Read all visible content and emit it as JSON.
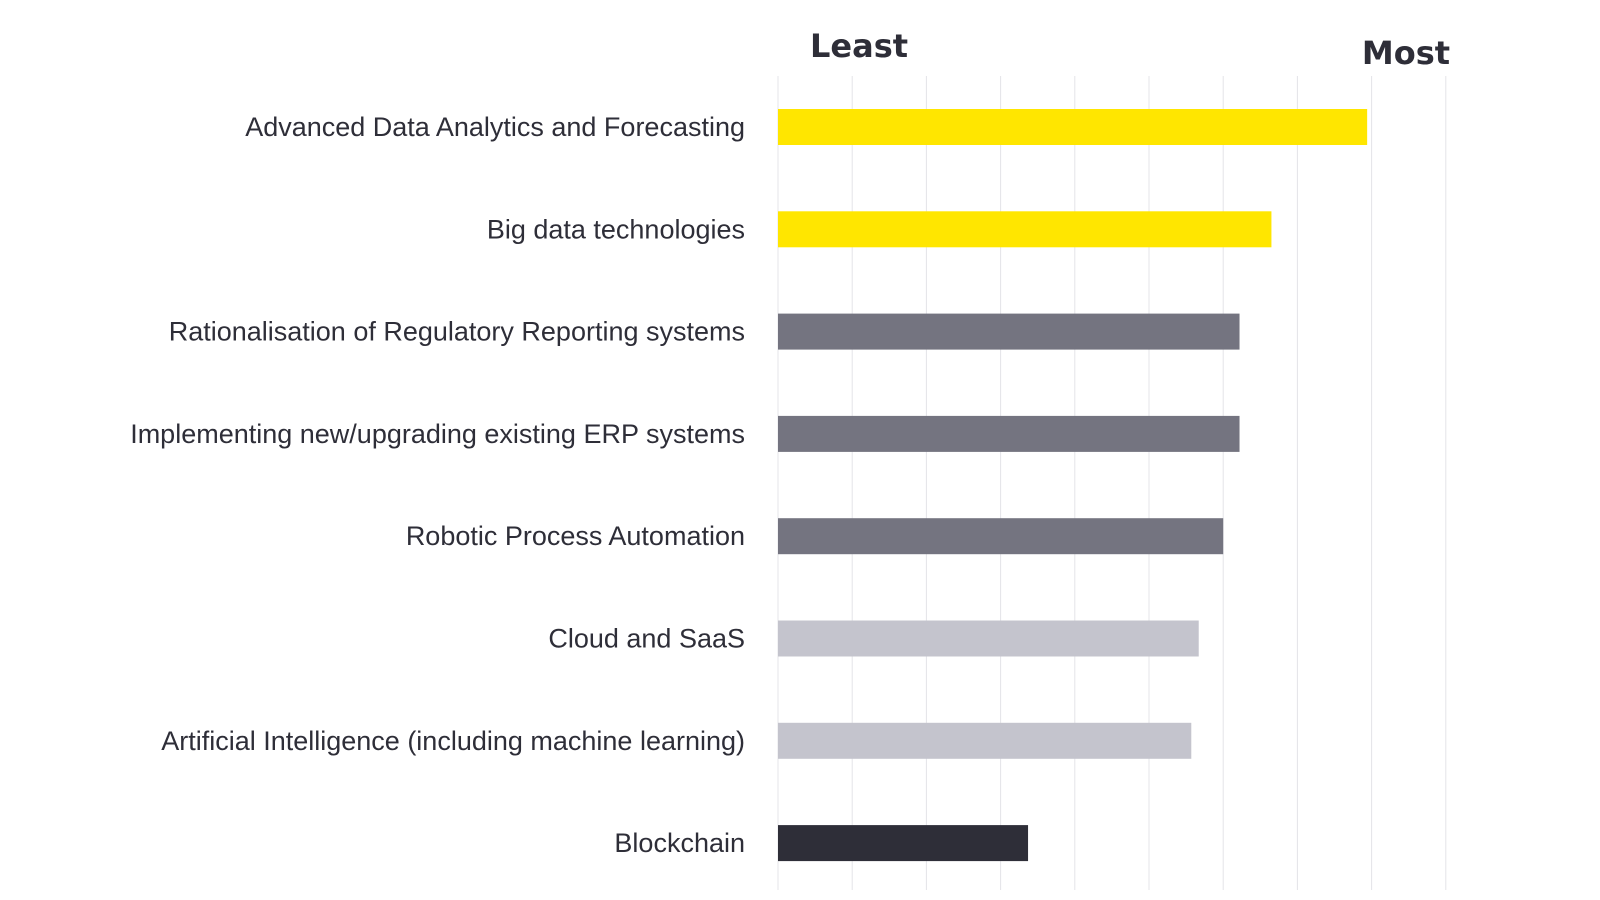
{
  "chart_data": {
    "type": "bar",
    "orientation": "horizontal",
    "title": "",
    "xlabel": "",
    "ylabel": "",
    "scale_labels": {
      "low": "Least",
      "high": "Most"
    },
    "xlim": [
      0,
      9
    ],
    "grid": true,
    "legend": "none",
    "categories": [
      "Advanced Data Analytics and Forecasting",
      "Big data technologies",
      "Rationalisation of Regulatory Reporting systems",
      "Implementing new/upgrading existing ERP systems",
      "Robotic Process Automation",
      "Cloud and SaaS",
      "Artificial Intelligence (including machine learning)",
      "Blockchain"
    ],
    "values": [
      7.94,
      6.65,
      6.22,
      6.22,
      6.0,
      5.67,
      5.57,
      3.37
    ],
    "bar_colors": [
      "#ffe600",
      "#ffe600",
      "#747480",
      "#747480",
      "#747480",
      "#c4c4cd",
      "#c4c4cd",
      "#2e2e38"
    ]
  },
  "colors": {
    "text": "#2e2e38",
    "gridline": "#e4e4e8"
  }
}
